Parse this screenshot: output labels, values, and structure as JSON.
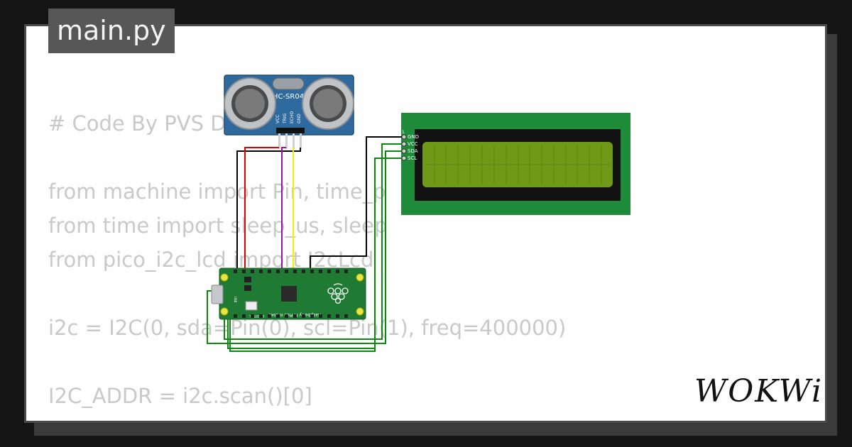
{
  "file_tab": {
    "label": "main.py"
  },
  "code_lines": [
    "# Code By PVS D",
    "",
    "from machine import Pin, time_p",
    "from time import sleep_us, sleep",
    "from pico_i2c_lcd import I2cLcd",
    "",
    "i2c = I2C(0, sda=Pin(0), scl=Pin(1), freq=400000)",
    "",
    "I2C_ADDR = i2c.scan()[0]"
  ],
  "sensor": {
    "label": "HC-SR04",
    "pins": [
      "VCC",
      "TRIG",
      "ECHO",
      "GND"
    ]
  },
  "lcd": {
    "pins": [
      "GND",
      "VCC",
      "SDA",
      "SCL"
    ],
    "pin1_marker": "1"
  },
  "pico": {
    "chip_label": "RP2040",
    "board_label": "Raspberry Pi Pico",
    "bootsel_label": "BOOTSEL",
    "usb_label": "USB"
  },
  "wire_colors": {
    "black": "#000000",
    "red": "#e00000",
    "purple": "#8a1aa0",
    "yellow": "#f4f000",
    "green": "#0a8a0a"
  },
  "brand": {
    "logo": "WOKWi"
  }
}
